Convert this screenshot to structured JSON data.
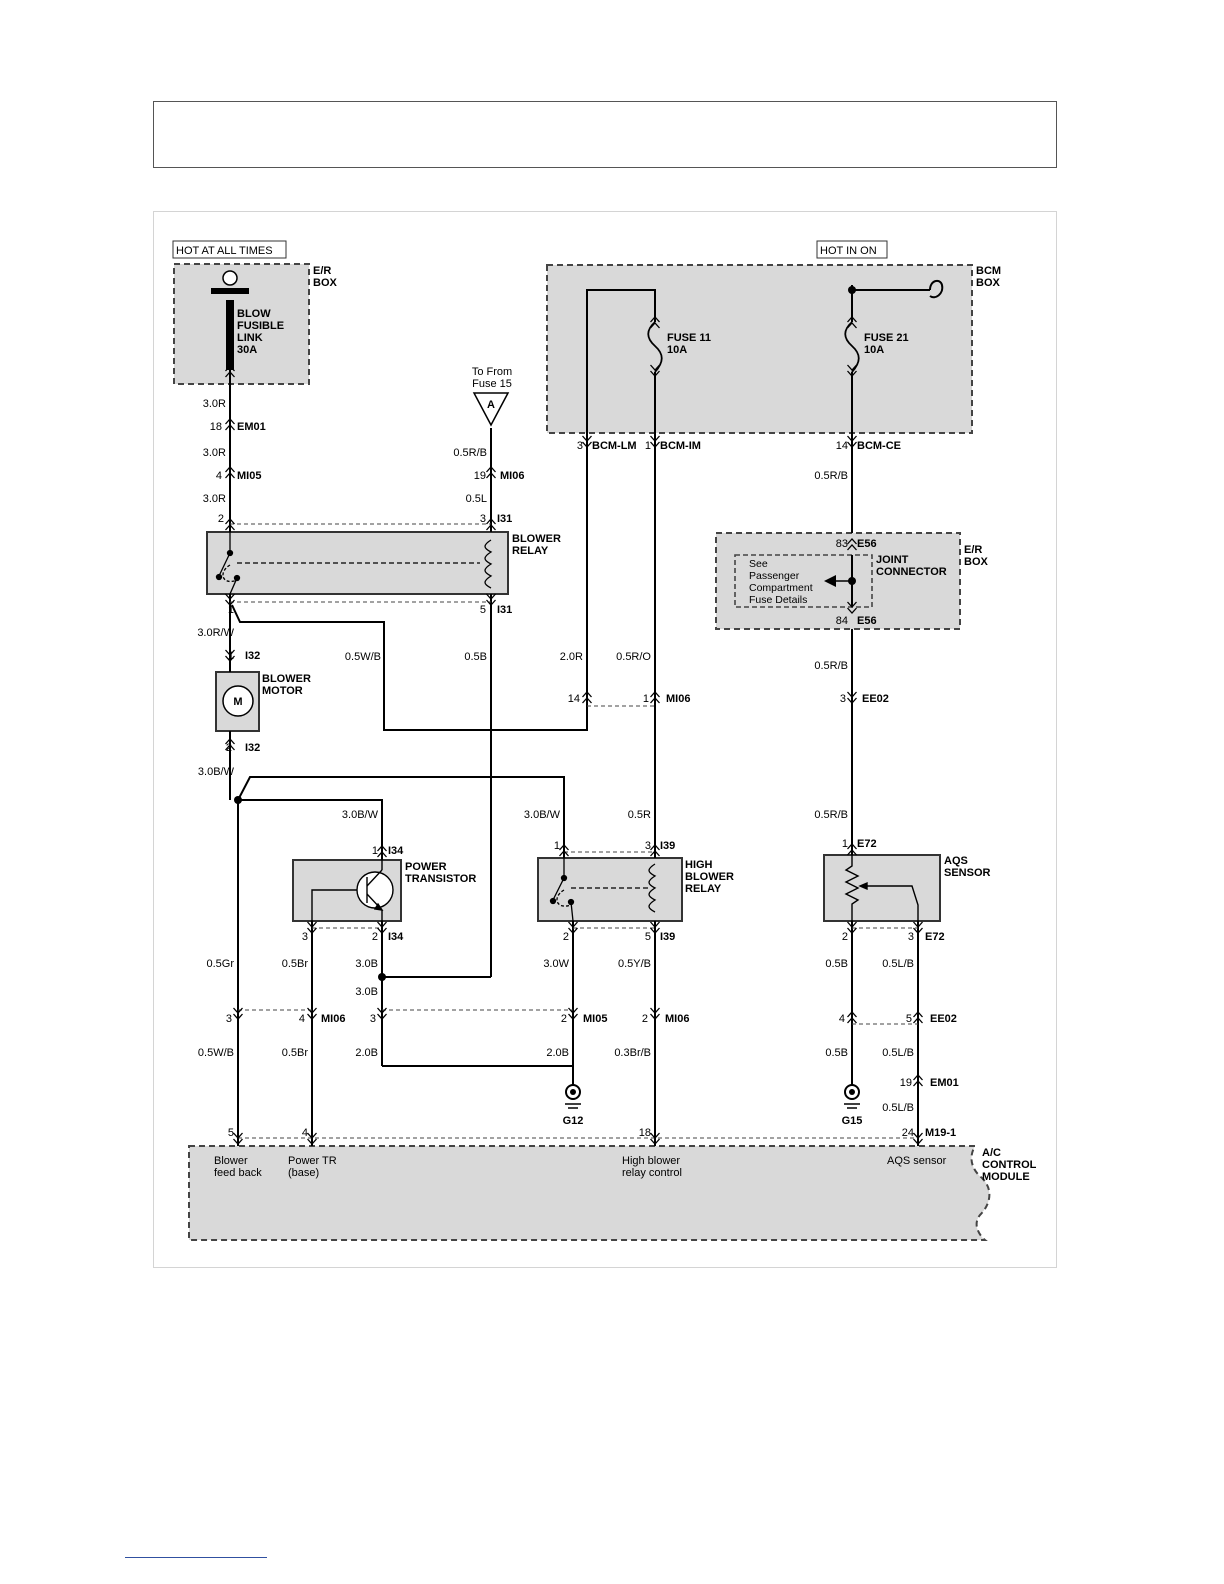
{
  "diagram": {
    "tags": {
      "hot_always": "HOT AT ALL TIMES",
      "hot_on": "HOT IN ON"
    },
    "components": {
      "er_box": [
        "E/R",
        "BOX"
      ],
      "fusible_link": [
        "BLOW",
        "FUSIBLE",
        "LINK",
        "30A"
      ],
      "bcm_box": [
        "BCM",
        "BOX"
      ],
      "fuse11": [
        "FUSE 11",
        "10A"
      ],
      "fuse21": [
        "FUSE 21",
        "10A"
      ],
      "fuse15_ref": [
        "To From",
        "Fuse 15"
      ],
      "ref_a": "A",
      "blower_relay": [
        "BLOWER",
        "RELAY"
      ],
      "blower_motor": [
        "BLOWER",
        "MOTOR"
      ],
      "motor_symbol": "M",
      "joint_connector": [
        "JOINT",
        "CONNECTOR"
      ],
      "er_box2": [
        "E/R",
        "BOX"
      ],
      "joint_note": [
        "See",
        "Passenger",
        "Compartment",
        "Fuse Details"
      ],
      "power_transistor": [
        "POWER",
        "TRANSISTOR"
      ],
      "high_blower_relay": [
        "HIGH",
        "BLOWER",
        "RELAY"
      ],
      "aqs_sensor": [
        "AQS",
        "SENSOR"
      ],
      "ac_module": [
        "A/C",
        "CONTROL",
        "MODULE"
      ]
    },
    "connectors": {
      "em01": "EM01",
      "mi05": "MI05",
      "mi06": "MI06",
      "i31": "I31",
      "i32": "I32",
      "i34": "I34",
      "i39": "I39",
      "bcm_lm": "BCM-LM",
      "bcm_im": "BCM-IM",
      "bcm_ce": "BCM-CE",
      "e56": "E56",
      "ee02": "EE02",
      "e72": "E72",
      "m19": "M19-1"
    },
    "wires": {
      "w30r": "3.0R",
      "w05rb": "0.5R/B",
      "w05l": "0.5L",
      "w30rw": "3.0R/W",
      "w05wb_top": "0.5W/B",
      "w05b": "0.5B",
      "w20r": "2.0R",
      "w05ro": "0.5R/O",
      "w30bw": "3.0B/W",
      "w05r": "0.5R",
      "w05gr": "0.5Gr",
      "w05br": "0.5Br",
      "w30b": "3.0B",
      "w30w": "3.0W",
      "w05yb": "0.5Y/B",
      "w05lb": "0.5L/B",
      "w05wb": "0.5W/B",
      "w20b": "2.0B",
      "w03brb": "0.3Br/B"
    },
    "pins": {
      "p1": "1",
      "p2": "2",
      "p3": "3",
      "p4": "4",
      "p5": "5",
      "p14": "14",
      "p18": "18",
      "p19": "19",
      "p24": "24",
      "p83": "83",
      "p84": "84"
    },
    "grounds": {
      "g12": "G12",
      "g15": "G15"
    },
    "module_pins": {
      "blower_fb": [
        "Blower",
        "feed back"
      ],
      "power_tr": [
        "Power TR",
        "(base)"
      ],
      "high_blower": [
        "High blower",
        "relay control"
      ],
      "aqs": "AQS sensor"
    }
  }
}
